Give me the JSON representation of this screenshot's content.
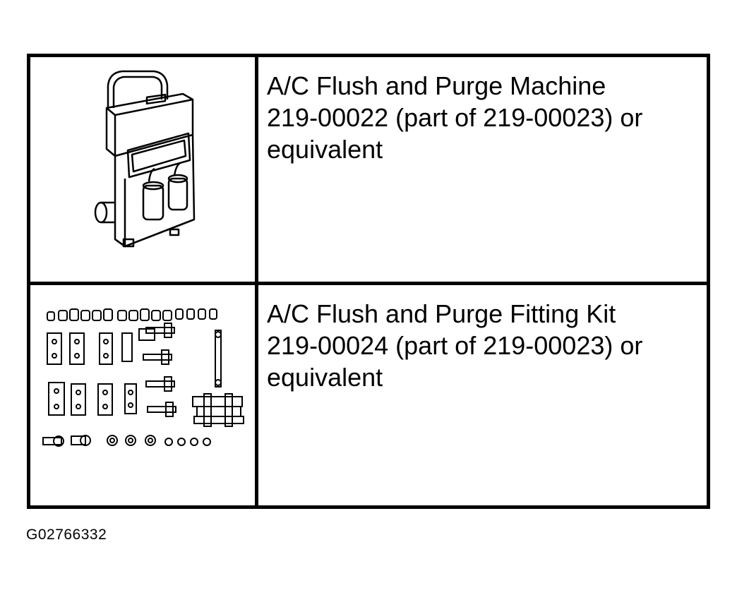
{
  "tools": [
    {
      "name": "A/C Flush and Purge Machine",
      "part_line": "219-00022 (part of 219-00023) or",
      "suffix": "equivalent",
      "icon": "flush-purge-machine-icon"
    },
    {
      "name": "A/C Flush and Purge Fitting Kit",
      "part_line": "219-00024 (part of 219-00023) or",
      "suffix": "equivalent",
      "icon": "fitting-kit-icon"
    }
  ],
  "figure_id": "G02766332"
}
